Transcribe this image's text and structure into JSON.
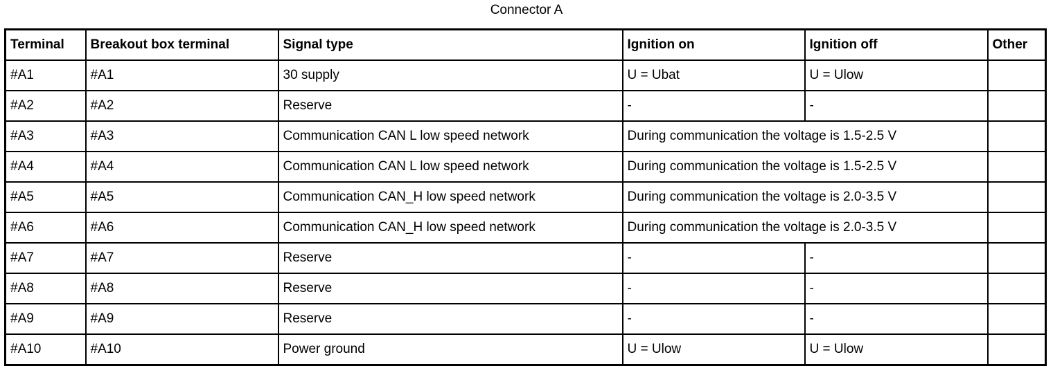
{
  "title": "Connector A",
  "table": {
    "columns": [
      {
        "key": "terminal",
        "label": "Terminal"
      },
      {
        "key": "breakout",
        "label": "Breakout box terminal"
      },
      {
        "key": "signal",
        "label": "Signal type"
      },
      {
        "key": "ignition_on",
        "label": "Ignition on"
      },
      {
        "key": "ignition_off",
        "label": "Ignition off"
      },
      {
        "key": "other",
        "label": "Other"
      }
    ],
    "rows": [
      {
        "terminal": "#A1",
        "breakout": "#A1",
        "signal": "30 supply",
        "ignition_on": "U = Ubat",
        "ignition_off": "U = Ulow",
        "other": "",
        "merged": false
      },
      {
        "terminal": "#A2",
        "breakout": "#A2",
        "signal": "Reserve",
        "ignition_on": "-",
        "ignition_off": "-",
        "other": "",
        "merged": false
      },
      {
        "terminal": "#A3",
        "breakout": "#A3",
        "signal": "Communication CAN L low speed network",
        "merged": true,
        "merged_text": "During communication the voltage is 1.5-2.5 V",
        "other": ""
      },
      {
        "terminal": "#A4",
        "breakout": "#A4",
        "signal": "Communication CAN L low speed network",
        "merged": true,
        "merged_text": "During communication the voltage is 1.5-2.5 V",
        "other": ""
      },
      {
        "terminal": "#A5",
        "breakout": "#A5",
        "signal": "Communication CAN_H low speed network",
        "merged": true,
        "merged_text": "During communication the voltage is 2.0-3.5 V",
        "other": ""
      },
      {
        "terminal": "#A6",
        "breakout": "#A6",
        "signal": "Communication CAN_H low speed network",
        "merged": true,
        "merged_text": "During communication the voltage is 2.0-3.5 V",
        "other": ""
      },
      {
        "terminal": "#A7",
        "breakout": "#A7",
        "signal": "Reserve",
        "ignition_on": "-",
        "ignition_off": "-",
        "other": "",
        "merged": false
      },
      {
        "terminal": "#A8",
        "breakout": "#A8",
        "signal": "Reserve",
        "ignition_on": "-",
        "ignition_off": "-",
        "other": "",
        "merged": false
      },
      {
        "terminal": "#A9",
        "breakout": "#A9",
        "signal": "Reserve",
        "ignition_on": "-",
        "ignition_off": "-",
        "other": "",
        "merged": false
      },
      {
        "terminal": "#A10",
        "breakout": "#A10",
        "signal": "Power ground",
        "ignition_on": "U = Ulow",
        "ignition_off": "U = Ulow",
        "other": "",
        "merged": false
      }
    ]
  },
  "colors": {
    "border": "#000000",
    "text": "#000000",
    "background": "#ffffff"
  }
}
